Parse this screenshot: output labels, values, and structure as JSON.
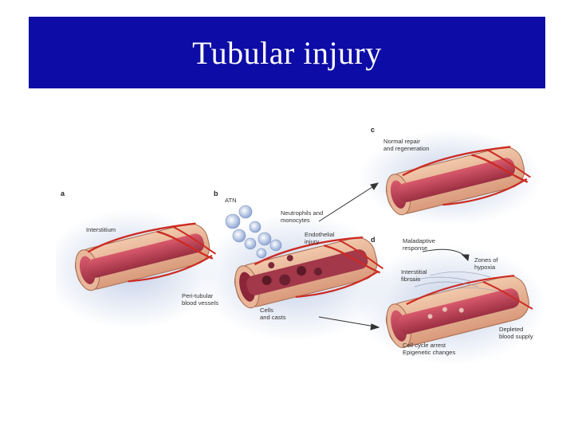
{
  "slide": {
    "title": "Tubular injury"
  },
  "figure": {
    "panels": {
      "a": "a",
      "b": "b",
      "c": "c",
      "d": "d"
    },
    "labels": {
      "atn": "ATN",
      "interstitium": "Interstitium",
      "neutrophils": "Neutrophils and\nmonocytes",
      "endothelial": "Endothelial\ninjury",
      "peritubular": "Peri-tubular\nblood vessels",
      "cells_casts": "Cells\nand casts",
      "normal_repair": "Normal repair\nand regeneration",
      "maladaptive": "Maladaptive\nresponse",
      "zones_hypoxia": "Zones of\nhypoxia",
      "interstitial_fibrosis": "Interstitial\nfibrosis",
      "depleted_blood": "Depleted\nblood supply",
      "cell_cycle": "Cell cycle arrest\nEpigenetic changes"
    },
    "colors": {
      "title_bg": "#0e0ca6",
      "tube_outer": "#e8b596",
      "tube_lumen": "#c2485c",
      "vessel": "#cc2b23",
      "glow": "#b9c7e3"
    }
  }
}
